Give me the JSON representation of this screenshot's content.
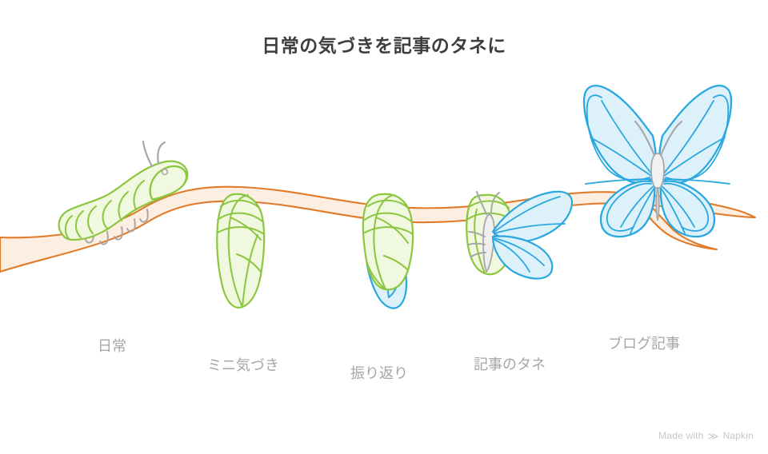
{
  "page": {
    "title": "日常の気づきを記事のタネに",
    "background_color": "#ffffff",
    "title_color": "#3d3d3d"
  },
  "diagram": {
    "kind": "metamorphosis-progression",
    "branch": {
      "name": "branch",
      "fill_color": "#fdeeE2",
      "stroke_color": "#e07b2a"
    },
    "palette": {
      "green_fill": "#f1f8e0",
      "green_stroke": "#8cc63f",
      "blue_fill": "#ddf1fb",
      "blue_stroke": "#29a8df",
      "gray_detail": "#a8a8a8",
      "label_color": "#a6a6a6"
    },
    "stages": [
      {
        "id": "stage-caterpillar",
        "label": "日常",
        "icon": "caterpillar-icon"
      },
      {
        "id": "stage-chrysalis",
        "label": "ミニ気づき",
        "icon": "chrysalis-icon"
      },
      {
        "id": "stage-chrysalis-wing",
        "label": "振り返り",
        "icon": "chrysalis-emerging-icon"
      },
      {
        "id": "stage-emerging-butterfly",
        "label": "記事のタネ",
        "icon": "butterfly-emerging-icon"
      },
      {
        "id": "stage-butterfly",
        "label": "ブログ記事",
        "icon": "butterfly-icon"
      }
    ]
  },
  "watermark": {
    "prefix": "Made with",
    "mark": "≫",
    "brand": "Napkin"
  }
}
